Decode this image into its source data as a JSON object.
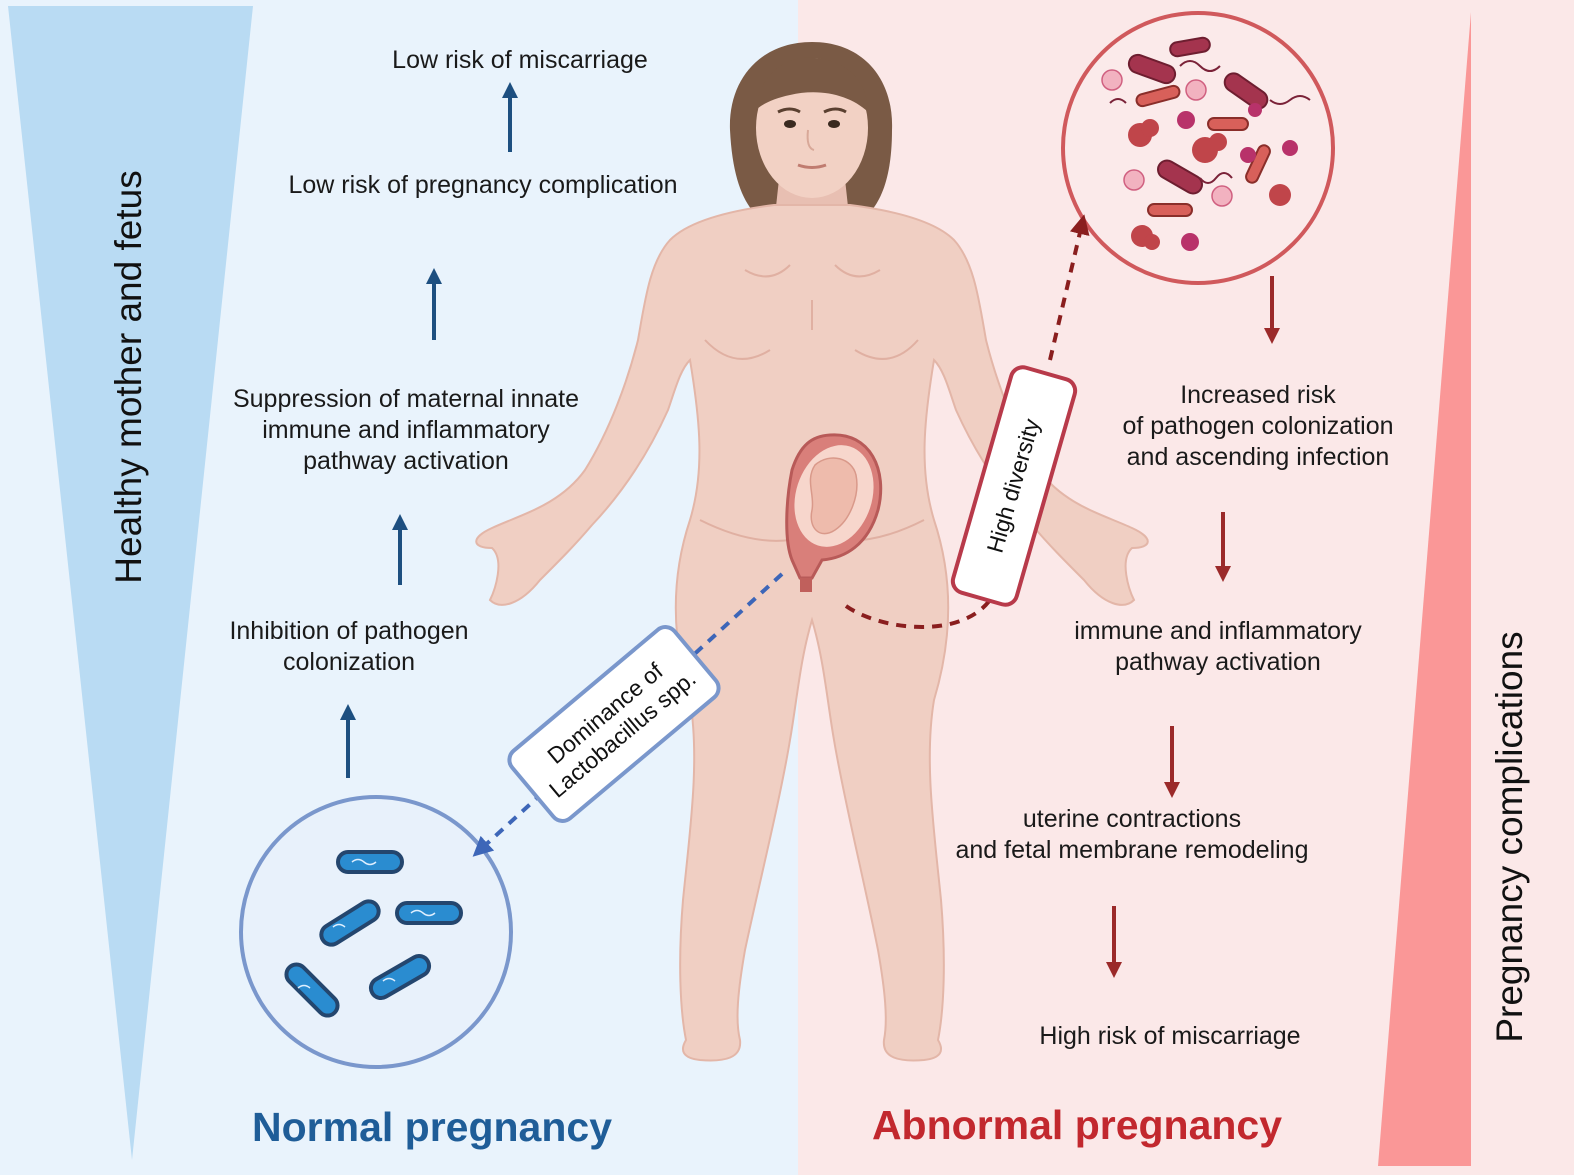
{
  "side_labels": {
    "left": "Healthy mother  and fetus",
    "right": "Pregnancy complications"
  },
  "panels": {
    "normal": {
      "title": "Normal pregnancy",
      "title_color": "#1f5d98",
      "steps": [
        "Low risk of miscarriage",
        "Low risk of pregnancy complication",
        "Suppression of maternal innate\nimmune and inflammatory\npathway activation",
        "Inhibition of pathogen\ncolonization"
      ],
      "callout": "Dominance of\nLactobacillus spp."
    },
    "abnormal": {
      "title": "Abnormal pregnancy",
      "title_color": "#c2282e",
      "steps": [
        "Increased risk\nof pathogen colonization\nand ascending infection",
        "immune and inflammatory\npathway activation",
        "uterine contractions\nand fetal membrane remodeling",
        "High risk of miscarriage"
      ],
      "callout": "High diversity"
    }
  },
  "colors": {
    "normal_bg": "#e9f3fc",
    "abnormal_bg": "#fbe8e8",
    "normal_wedge": "#b9dbf3",
    "abnormal_wedge": "#fa9797",
    "normal_arrow": "#1d4f80",
    "abnormal_arrow": "#9b2a2a",
    "skin": "#f0cfc3",
    "hair": "#7a5a45"
  },
  "icons": {
    "figure": "pregnant-woman-illustration",
    "good_bacteria": "lactobacillus-circle-icon",
    "bad_bacteria": "mixed-pathogens-circle-icon"
  }
}
